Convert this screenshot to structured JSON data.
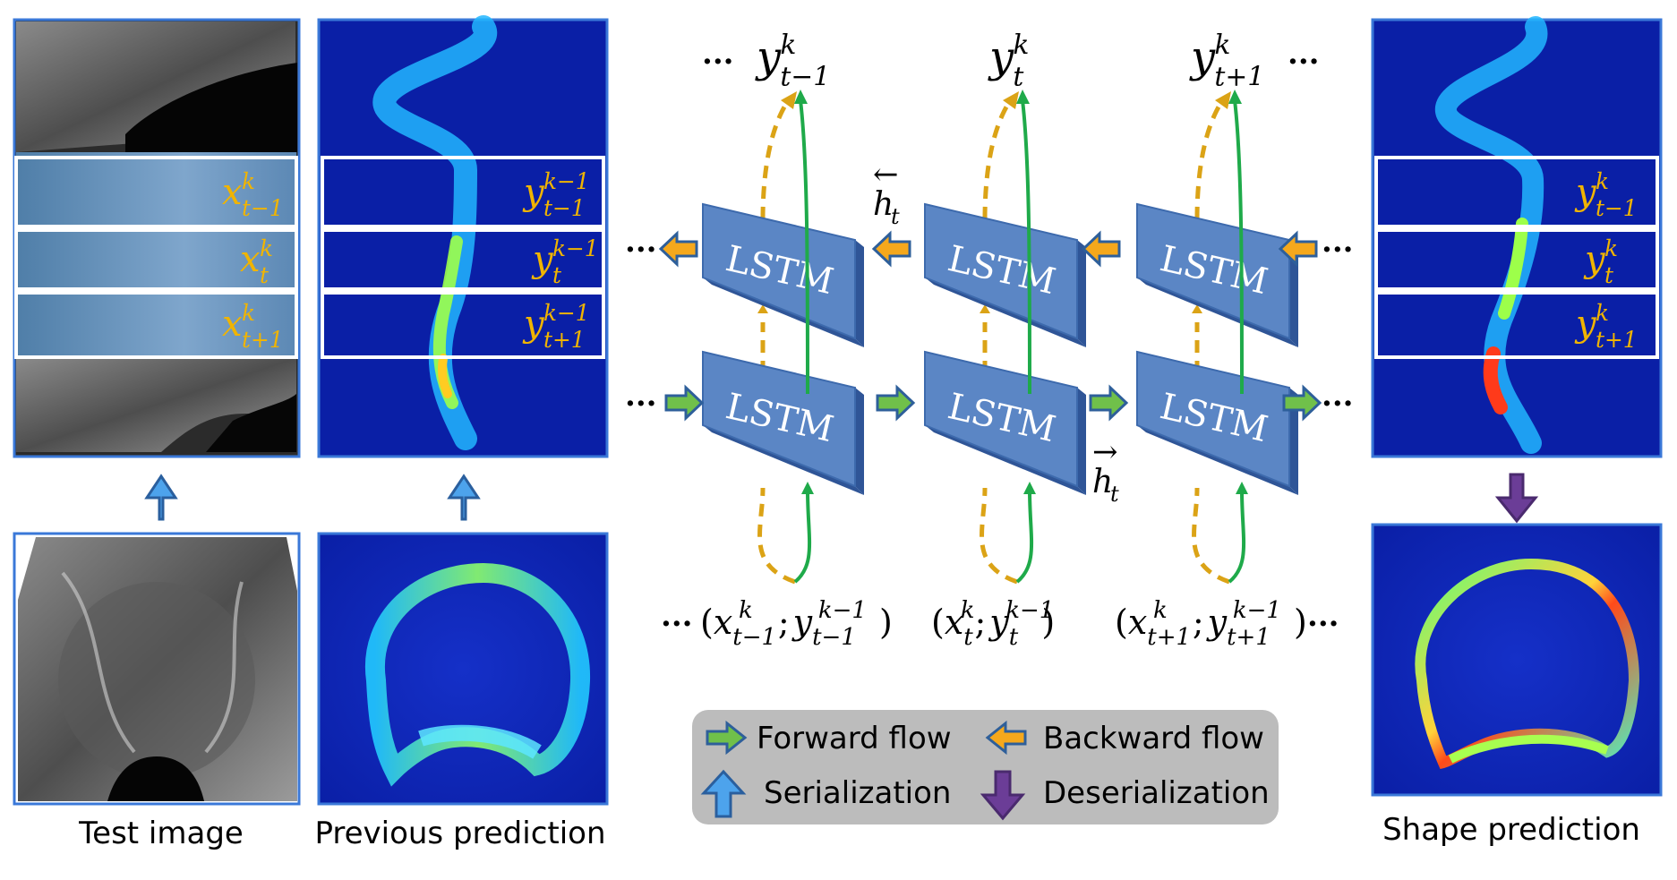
{
  "captions": {
    "test_image": "Test image",
    "previous_prediction": "Previous prediction",
    "shape_prediction": "Shape prediction"
  },
  "strip_labels": {
    "test": [
      {
        "base": "x",
        "sup": "k",
        "sub": "t−1"
      },
      {
        "base": "x",
        "sup": "k",
        "sub": "t"
      },
      {
        "base": "x",
        "sup": "k",
        "sub": "t+1"
      }
    ],
    "previous": [
      {
        "base": "y",
        "sup": "k−1",
        "sub": "t−1"
      },
      {
        "base": "y",
        "sup": "k−1",
        "sub": "t"
      },
      {
        "base": "y",
        "sup": "k−1",
        "sub": "t+1"
      }
    ],
    "shape": [
      {
        "base": "y",
        "sup": "k",
        "sub": "t−1"
      },
      {
        "base": "y",
        "sup": "k",
        "sub": "t"
      },
      {
        "base": "y",
        "sup": "k",
        "sub": "t+1"
      }
    ]
  },
  "lstm_label": "LSTM",
  "ellipsis": "···",
  "outputs": [
    {
      "base": "y",
      "sup": "k",
      "sub": "t−1"
    },
    {
      "base": "y",
      "sup": "k",
      "sub": "t"
    },
    {
      "base": "y",
      "sup": "k",
      "sub": "t+1"
    }
  ],
  "inputs": [
    {
      "x_sub": "t−1",
      "x_sup": "k",
      "y_sub": "t−1",
      "y_sup": "k−1"
    },
    {
      "x_sub": "t",
      "x_sup": "k",
      "y_sub": "t",
      "y_sup": "k−1"
    },
    {
      "x_sub": "t+1",
      "x_sup": "k",
      "y_sub": "t+1",
      "y_sup": "k−1"
    }
  ],
  "hidden_labels": {
    "backward": {
      "arrow": "←",
      "base": "h",
      "sub": "t"
    },
    "forward": {
      "arrow": "→",
      "base": "h",
      "sub": "t"
    }
  },
  "legend": {
    "forward_flow": "Forward flow",
    "backward_flow": "Backward flow",
    "serialization": "Serialization",
    "deserialization": "Deserialization"
  },
  "colors": {
    "panel_border": "#3a78d8",
    "strip_border": "#ffffff",
    "label_gold": "#f0b400",
    "lstm_face": "#5b86c5",
    "lstm_side": "#2f5597",
    "forward_green": "#70c04a",
    "backward_orange": "#f5a81c",
    "dashed_orange": "#dba316",
    "solid_green": "#1faa4a",
    "serialization_blue": "#4da3ec",
    "deserialization_purple": "#6b3d97",
    "legend_bg": "#bcbcbc"
  }
}
